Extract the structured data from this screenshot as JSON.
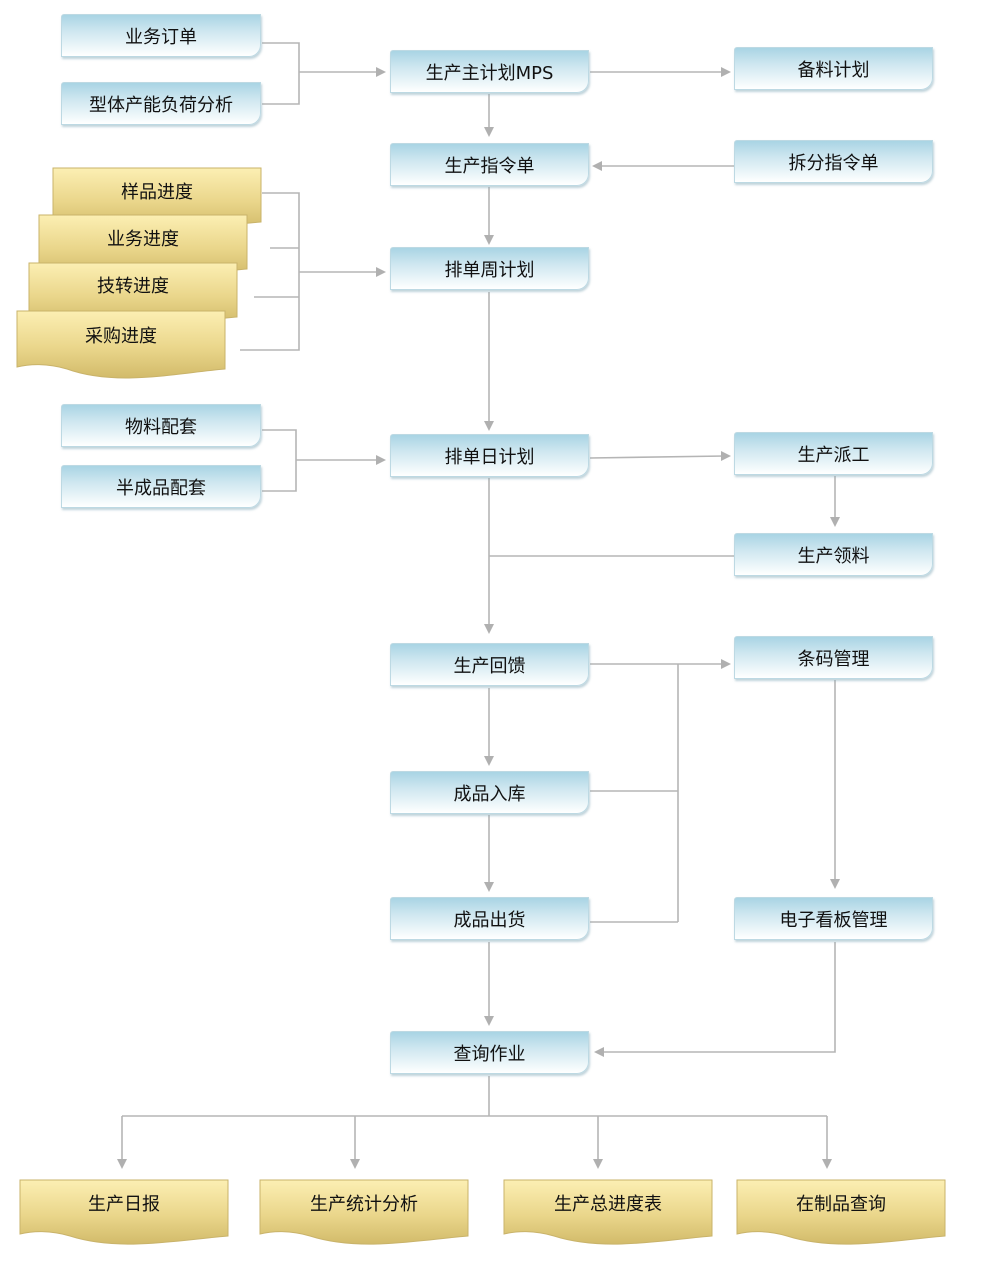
{
  "nodes": {
    "business_order": "业务订单",
    "capacity_analysis": "型体产能负荷分析",
    "mps": "生产主计划MPS",
    "material_prep_plan": "备料计划",
    "production_order": "生产指令单",
    "split_order": "拆分指令单",
    "sample_progress": "样品进度",
    "business_progress": "业务进度",
    "tech_transfer_progress": "技转进度",
    "purchase_progress": "采购进度",
    "weekly_plan": "排单周计划",
    "material_kitting": "物料配套",
    "semi_product_kitting": "半成品配套",
    "daily_plan": "排单日计划",
    "dispatch": "生产派工",
    "material_requisition": "生产领料",
    "production_feedback": "生产回馈",
    "barcode_management": "条码管理",
    "finished_goods_storage": "成品入库",
    "finished_goods_shipment": "成品出货",
    "e_kanban_management": "电子看板管理",
    "query_operation": "查询作业",
    "daily_report": "生产日报",
    "statistics_analysis": "生产统计分析",
    "overall_progress_table": "生产总进度表",
    "wip_query": "在制品查询"
  },
  "colors": {
    "process_box": "#cfe7f0",
    "document_gold_light": "#fcefb3",
    "document_gold_dark": "#d9c272",
    "connector": "#b5b5b5"
  }
}
